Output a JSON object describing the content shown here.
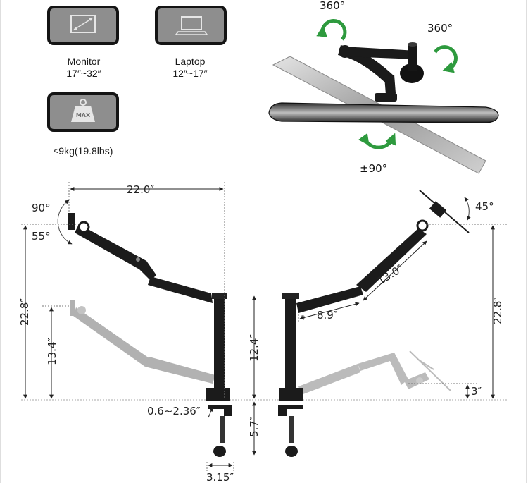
{
  "compat": {
    "monitor": {
      "label": "Monitor",
      "range": "17″~32″",
      "icon": "monitor-icon"
    },
    "laptop": {
      "label": "Laptop",
      "range": "12″~17″",
      "icon": "laptop-icon"
    },
    "weight": {
      "badge": "MAX",
      "label": "≤9kg(19.8lbs)",
      "icon": "weight-icon"
    }
  },
  "rotation": {
    "swivel_left": "360°",
    "swivel_right": "360°",
    "tilt": "±90°"
  },
  "dims_left": {
    "reach": "22.0″",
    "rotate_up": "90°",
    "rotate_down": "55°",
    "max_height": "22.8″",
    "low_height": "13.4″",
    "pole_height": "12.4″",
    "clamp_range": "0.6~2.36″",
    "base_height": "5.7″",
    "base_width": "3.15″"
  },
  "dims_right": {
    "tilt_angle": "45°",
    "arm_upper": "13.0″",
    "arm_lower": "8.9″",
    "max_height": "22.8″",
    "min_height": "3″"
  },
  "colors": {
    "arm": "#1b1b1b",
    "ghost": "#bdbdbd",
    "rotate_arrow": "#2e9a3e",
    "tile": "#141414"
  }
}
